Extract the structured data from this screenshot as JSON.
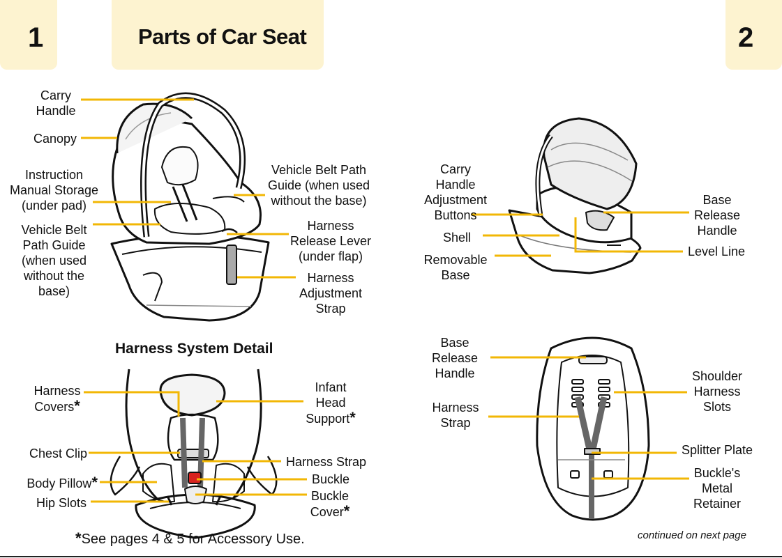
{
  "page_left_number": "1",
  "page_right_number": "2",
  "title": "Parts of Car Seat",
  "colors": {
    "tab_bg": "#fdf3d0",
    "leader": "#f2b705",
    "outline": "#111111",
    "buckle_red": "#d8231f"
  },
  "figure1": {
    "carry_handle": "Carry\nHandle",
    "canopy": "Canopy",
    "instruction_storage": "Instruction\nManual Storage\n(under pad)",
    "belt_guide_left": "Vehicle Belt\nPath Guide\n(when used\nwithout the\nbase)",
    "belt_guide_right": "Vehicle Belt Path\nGuide (when used\nwithout the base)",
    "harness_release": "Harness\nRelease Lever\n(under flap)",
    "harness_adjust": "Harness\nAdjustment\nStrap"
  },
  "figure2": {
    "carry_adjust": "Carry\nHandle\nAdjustment\nButtons",
    "shell": "Shell",
    "removable_base": "Removable\nBase",
    "base_release": "Base\nRelease\nHandle",
    "level_line": "Level Line"
  },
  "figure3": {
    "heading": "Harness System Detail",
    "harness_covers": "Harness\nCovers",
    "chest_clip": "Chest Clip",
    "body_pillow": "Body Pillow",
    "hip_slots": "Hip Slots",
    "infant_head": "Infant\nHead\nSupport",
    "harness_strap": "Harness Strap",
    "buckle": "Buckle",
    "buckle_cover": "Buckle\nCover",
    "asterisk": "*",
    "footnote": "See pages 4 & 5 for Accessory Use."
  },
  "figure4": {
    "base_release": "Base\nRelease\nHandle",
    "harness_strap": "Harness\nStrap",
    "shoulder_slots": "Shoulder\nHarness\nSlots",
    "splitter_plate": "Splitter Plate",
    "buckle_retainer": "Buckle's\nMetal\nRetainer",
    "continued": "continued on next page"
  }
}
